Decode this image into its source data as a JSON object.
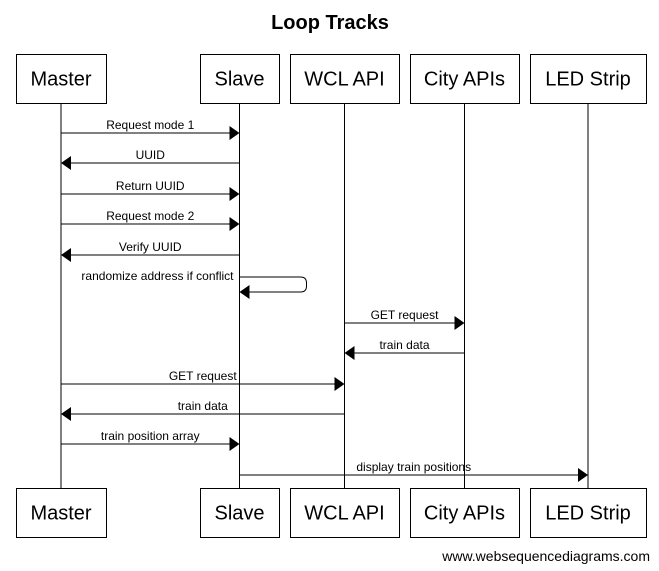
{
  "title": "Loop Tracks",
  "footer": "www.websequencediagrams.com",
  "participants": [
    "Master",
    "Slave",
    "WCL API",
    "City APIs",
    "LED Strip"
  ],
  "messages": [
    {
      "from": 0,
      "to": 1,
      "label": "Request mode 1"
    },
    {
      "from": 1,
      "to": 0,
      "label": "UUID"
    },
    {
      "from": 0,
      "to": 1,
      "label": "Return UUID"
    },
    {
      "from": 0,
      "to": 1,
      "label": "Request mode 2"
    },
    {
      "from": 1,
      "to": 0,
      "label": "Verify UUID"
    },
    {
      "from": 1,
      "to": 1,
      "label": "randomize address if conflict"
    },
    {
      "from": 2,
      "to": 3,
      "label": "GET request"
    },
    {
      "from": 3,
      "to": 2,
      "label": "train data"
    },
    {
      "from": 0,
      "to": 2,
      "label": "GET request"
    },
    {
      "from": 2,
      "to": 0,
      "label": "train data"
    },
    {
      "from": 0,
      "to": 1,
      "label": "train position array"
    },
    {
      "from": 1,
      "to": 4,
      "label": "display train positions"
    }
  ]
}
